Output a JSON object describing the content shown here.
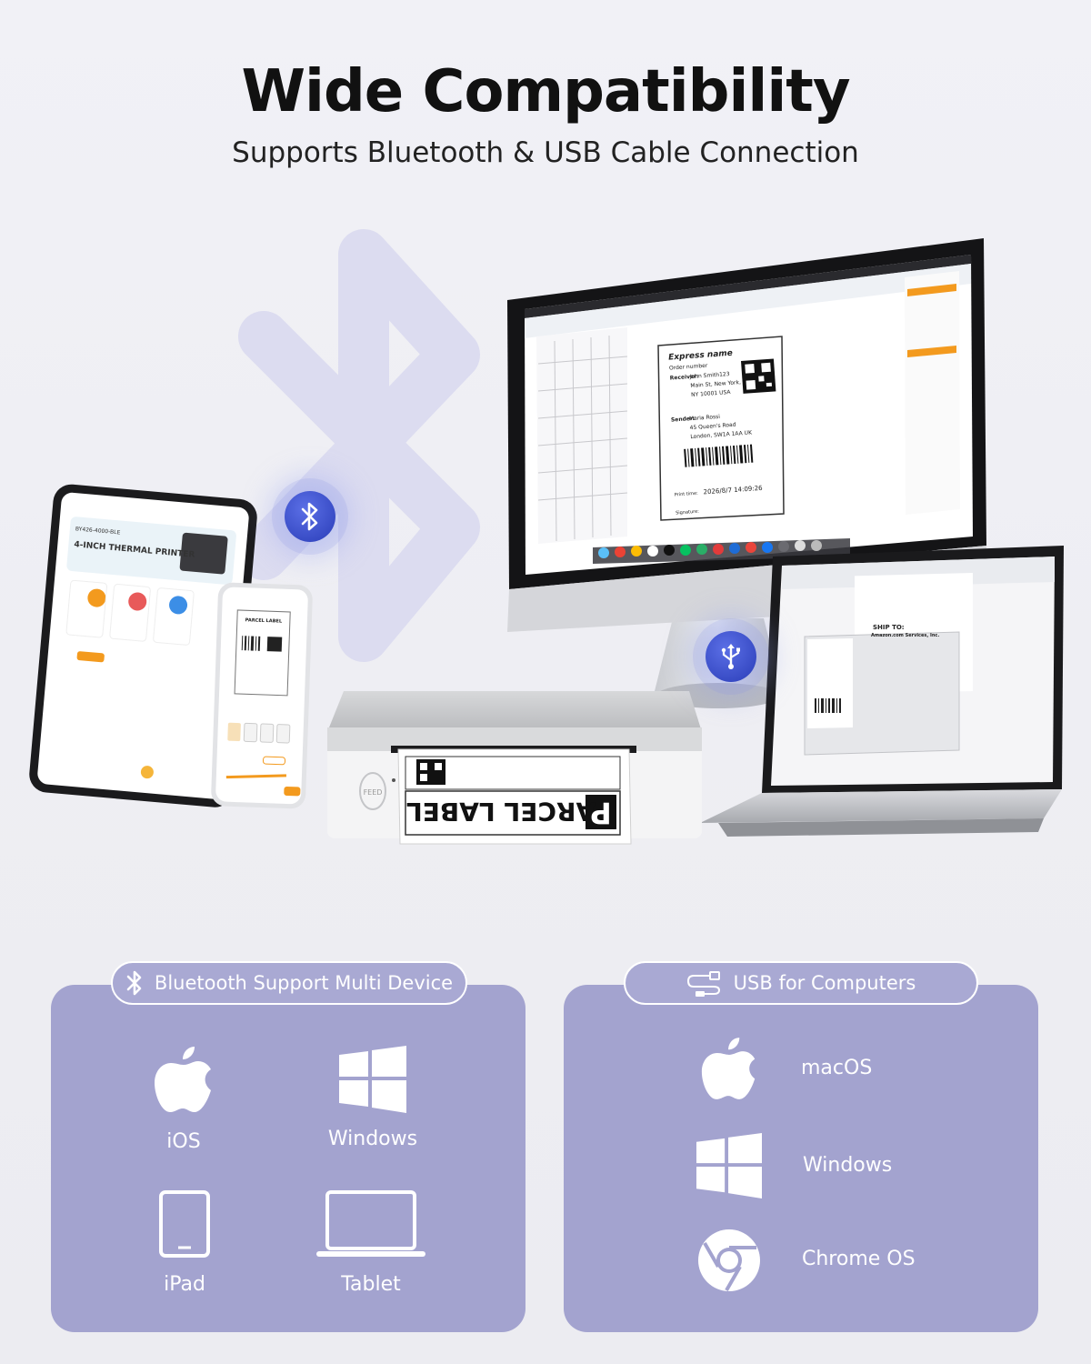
{
  "header": {
    "title": "Wide Compatibility",
    "subtitle": "Supports Bluetooth & USB Cable Connection"
  },
  "hero": {
    "ipad_banner": "4-INCH THERMAL PRINTER",
    "ipad_device": "BY426-4000-BLE",
    "phone_label_heading": "PARCEL LABEL",
    "printer_feed": "FEED",
    "printed_label": "PARCEL LABEL",
    "printed_label_letter": "P",
    "monitor_label": {
      "express_name": "Express name",
      "order_number": "Order number",
      "receiver_label": "Receiver:",
      "receiver_line1": "John Smith123",
      "receiver_line2": "Main St, New York,",
      "receiver_line3": "NY 10001 USA",
      "sender_label": "Sender:",
      "sender_line1": "Maria Rossi",
      "sender_line2": "45 Queen's Road",
      "sender_line3": "London, SW1A 1AA UK",
      "print_time_label": "Print time:",
      "print_time": "2026/8/7 14:09:26",
      "signature_label": "Signature:"
    },
    "laptop_label": {
      "ship_to": "SHIP TO:",
      "company": "Amazon.com Services, Inc."
    }
  },
  "bluetooth_panel": {
    "header": "Bluetooth Support Multi Device",
    "items": [
      {
        "label": "iOS",
        "icon": "apple-icon"
      },
      {
        "label": "Windows",
        "icon": "windows-icon"
      },
      {
        "label": "iPad",
        "icon": "ipad-icon"
      },
      {
        "label": "Tablet",
        "icon": "laptop-icon"
      }
    ]
  },
  "usb_panel": {
    "header": "USB for Computers",
    "items": [
      {
        "label": "macOS",
        "icon": "apple-icon"
      },
      {
        "label": "Windows",
        "icon": "windows-icon"
      },
      {
        "label": "Chrome OS",
        "icon": "chrome-icon"
      }
    ]
  },
  "colors": {
    "panel": "#a3a3cf",
    "badge": "#3447c8",
    "accent_orange": "#f39a1e"
  }
}
